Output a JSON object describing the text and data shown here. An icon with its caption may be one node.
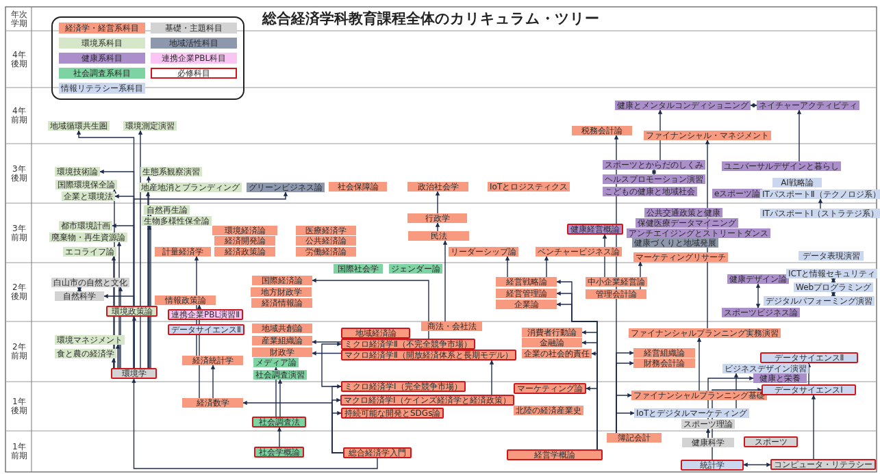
{
  "diagram": {
    "title": "総合経済学科教育課程全体のカリキュラム・ツリー",
    "nodes": [
      {
        "text": [
          "地域循環共生圏"
        ]
      },
      {
        "text": [
          "環境測定演習"
        ]
      },
      {
        "text": [
          "税務会計論"
        ]
      },
      {
        "text": [
          "ファイナンシャル・マネジメント"
        ]
      },
      {
        "text": [
          "健康とメンタルコンディショニング"
        ]
      },
      {
        "text": [
          "ネイチャーアクティビティ"
        ]
      },
      {
        "text": [
          "環境技術論"
        ]
      },
      {
        "text": [
          "国際環境保全論"
        ]
      },
      {
        "text": [
          "企業と環境法"
        ]
      },
      {
        "text": [
          "生態系観察演習"
        ]
      },
      {
        "text": [
          "地産地消とブランディング"
        ]
      },
      {
        "text": [
          "グリーンビジネス論"
        ]
      },
      {
        "text": [
          "社会保障論"
        ]
      },
      {
        "text": [
          "政治社会学"
        ]
      },
      {
        "text": [
          "IoTとロジスティクス"
        ]
      },
      {
        "text": [
          "スポーツとからだのしくみ"
        ]
      },
      {
        "text": [
          "ヘルスプロモーション演習"
        ]
      },
      {
        "text": [
          "こどもの健康と地域社会"
        ]
      },
      {
        "text": [
          "ユニバーサルデザインと暮らし"
        ]
      },
      {
        "text": [
          "AI戦略論"
        ]
      },
      {
        "text": [
          "eスポーツ論"
        ]
      },
      {
        "text": [
          "ITパスポートⅡ（テクノロジ系）"
        ]
      },
      {
        "text": [
          "自然再生論"
        ]
      },
      {
        "text": [
          "生物多様性保全論"
        ]
      },
      {
        "text": [
          "都市環境計画"
        ]
      },
      {
        "text": [
          "廃棄物・再生資源論"
        ]
      },
      {
        "text": [
          "エコライフ論"
        ]
      },
      {
        "text": [
          "環境経済論"
        ]
      },
      {
        "text": [
          "経済開発論"
        ]
      },
      {
        "text": [
          "経済政策論"
        ]
      },
      {
        "text": [
          "計量経済学"
        ]
      },
      {
        "text": [
          "医療経済学"
        ]
      },
      {
        "text": [
          "公共経済論"
        ]
      },
      {
        "text": [
          "労働経済論"
        ]
      },
      {
        "text": [
          "行政学"
        ]
      },
      {
        "text": [
          "民法"
        ]
      },
      {
        "text": [
          "リーダーシップ論"
        ]
      },
      {
        "text": [
          "ベンチャービジネス論"
        ]
      },
      {
        "text": [
          "健康経営概論"
        ]
      },
      {
        "text": [
          "公共交通政策と健康"
        ]
      },
      {
        "text": [
          "保健医療データマイニング"
        ]
      },
      {
        "text": [
          "アンチエイジングとストリートダンス"
        ]
      },
      {
        "text": [
          "健康づくりと地域発展"
        ]
      },
      {
        "text": [
          "マーケティングリサーチ"
        ]
      },
      {
        "text": [
          "ITパスポートⅠ（ストラテジ系）"
        ]
      },
      {
        "text": [
          "データ表現演習"
        ]
      },
      {
        "text": [
          "白山市の自然と文化"
        ]
      },
      {
        "text": [
          "自然科学"
        ]
      },
      {
        "text": [
          "環境政策論"
        ]
      },
      {
        "text": [
          "情報政策論"
        ]
      },
      {
        "text": [
          "連携企業PBL演習Ⅱ"
        ]
      },
      {
        "text": [
          "国際経済論"
        ]
      },
      {
        "text": [
          "地方財政学"
        ]
      },
      {
        "text": [
          "経済情報論"
        ]
      },
      {
        "text": [
          "国際社会学"
        ]
      },
      {
        "text": [
          "ジェンダー論"
        ]
      },
      {
        "text": [
          "経営戦略論"
        ]
      },
      {
        "text": [
          "経営管理論"
        ]
      },
      {
        "text": [
          "企業論"
        ]
      },
      {
        "text": [
          "中小企業経営論"
        ]
      },
      {
        "text": [
          "管理会計論"
        ]
      },
      {
        "text": [
          "健康デザイン論"
        ]
      },
      {
        "text": [
          "ICTと情報セキュリティ"
        ]
      },
      {
        "text": [
          "Webプログラミング"
        ]
      },
      {
        "text": [
          "デジタルパフォーミング演習"
        ]
      },
      {
        "text": [
          "スポーツビジネス論"
        ]
      },
      {
        "text": [
          "商法・会社法"
        ]
      },
      {
        "text": [
          "データサイエンスⅡ"
        ]
      },
      {
        "text": [
          "地域共創論"
        ]
      },
      {
        "text": [
          "産業組織論"
        ]
      },
      {
        "text": [
          "財政学"
        ]
      },
      {
        "text": [
          "地域経済論"
        ]
      },
      {
        "text": [
          "ミクロ経済学Ⅱ（不完全競争市場）"
        ]
      },
      {
        "text": [
          "マクロ経済学Ⅱ（開放経済体系と長期モデル）"
        ]
      },
      {
        "text": [
          "消費者行動論"
        ]
      },
      {
        "text": [
          "金融論"
        ]
      },
      {
        "text": [
          "企業の社会的責任"
        ]
      },
      {
        "text": [
          "ファイナンシャルプランニング実務演習"
        ]
      },
      {
        "text": [
          "経営組織論"
        ]
      },
      {
        "text": [
          "財務会計論"
        ]
      },
      {
        "text": [
          "データサイエンスⅡ"
        ]
      },
      {
        "text": [
          "環境マネジメント"
        ]
      },
      {
        "text": [
          "食と農の経済学"
        ]
      },
      {
        "text": [
          "環境学"
        ]
      },
      {
        "text": [
          "経済統計学"
        ]
      },
      {
        "text": [
          "メディア論"
        ]
      },
      {
        "text": [
          "社会調査演習"
        ]
      },
      {
        "text": [
          "ビジネスデザイン演習"
        ]
      },
      {
        "text": [
          "健康と栄養"
        ]
      },
      {
        "text": [
          "経済数学"
        ]
      },
      {
        "text": [
          "ミクロ経済学Ⅰ（完全競争市場）"
        ]
      },
      {
        "text": [
          "マクロ経済学Ⅰ（ケインズ経済学と経済政策）"
        ]
      },
      {
        "text": [
          "持続可能な開発とSDGs論"
        ]
      },
      {
        "text": [
          "マーケティング論"
        ]
      },
      {
        "text": [
          "北陸の経済産業史"
        ]
      },
      {
        "text": [
          "ファイナンシャルプランニング基礎"
        ]
      },
      {
        "text": [
          "IoTとデジタルマーケティング"
        ]
      },
      {
        "text": [
          "データサイエンスⅠ"
        ]
      },
      {
        "text": [
          "社会調査法"
        ]
      },
      {
        "text": [
          "スポーツ理論"
        ]
      },
      {
        "text": [
          "社会学概論"
        ]
      },
      {
        "text": [
          "総合経済学入門"
        ]
      },
      {
        "text": [
          "経営学概論"
        ]
      },
      {
        "text": [
          "簿記会計"
        ]
      },
      {
        "text": [
          "健康科学"
        ]
      },
      {
        "text": [
          "スポーツ"
        ]
      },
      {
        "text": [
          "統計学"
        ]
      },
      {
        "text": [
          "コンピュータ・リテラシー"
        ]
      }
    ],
    "edges": [
      {
        "from": 83,
        "to": 48,
        "arrow": "to"
      },
      {
        "from": 83,
        "to": 0,
        "arrow": "to"
      },
      {
        "from": 83,
        "to": 1,
        "arrow": "to"
      },
      {
        "from": 83,
        "to": 6,
        "arrow": "to"
      },
      {
        "from": 83,
        "to": 7,
        "arrow": "to"
      },
      {
        "from": 83,
        "to": 8,
        "arrow": "to"
      },
      {
        "from": 83,
        "to": 9,
        "arrow": "to"
      },
      {
        "from": 83,
        "to": 10,
        "arrow": "to"
      },
      {
        "from": 83,
        "to": 22,
        "arrow": "to"
      },
      {
        "from": 83,
        "to": 23,
        "arrow": "to"
      },
      {
        "from": 83,
        "to": 24,
        "arrow": "to"
      },
      {
        "from": 83,
        "to": 25,
        "arrow": "to"
      },
      {
        "from": 83,
        "to": 26,
        "arrow": "to"
      },
      {
        "from": 83,
        "to": 46,
        "arrow": "to"
      },
      {
        "from": 83,
        "to": 47,
        "arrow": "to"
      },
      {
        "from": 83,
        "to": 81,
        "arrow": "to"
      },
      {
        "from": 83,
        "to": 82,
        "arrow": "to"
      },
      {
        "from": 83,
        "to": 11,
        "arrow": "to"
      },
      {
        "from": 46,
        "to": 47,
        "arrow": "both"
      },
      {
        "from": 101,
        "to": 83,
        "arrow": "to"
      },
      {
        "from": 101,
        "to": 90,
        "arrow": "to"
      },
      {
        "from": 101,
        "to": 91,
        "arrow": "to"
      },
      {
        "from": 101,
        "to": 92,
        "arrow": "to"
      },
      {
        "from": 101,
        "to": 89,
        "arrow": "to"
      },
      {
        "from": 100,
        "to": 98,
        "arrow": "to"
      },
      {
        "from": 98,
        "to": 86,
        "arrow": "to"
      },
      {
        "from": 98,
        "to": 85,
        "arrow": "to"
      },
      {
        "from": 89,
        "to": 84,
        "arrow": "to"
      },
      {
        "from": 89,
        "to": 49,
        "arrow": "to"
      },
      {
        "from": 84,
        "to": 30,
        "arrow": "to"
      },
      {
        "from": 90,
        "to": 72,
        "arrow": "to"
      },
      {
        "from": 91,
        "to": 73,
        "arrow": "to"
      },
      {
        "from": 66,
        "to": 35,
        "arrow": "to"
      },
      {
        "from": 35,
        "to": 34,
        "arrow": "to"
      },
      {
        "from": 34,
        "to": 13,
        "arrow": "to"
      },
      {
        "from": 102,
        "to": 56,
        "arrow": "to"
      },
      {
        "from": 102,
        "to": 57,
        "arrow": "to"
      },
      {
        "from": 102,
        "to": 58,
        "arrow": "to"
      },
      {
        "from": 102,
        "to": 74,
        "arrow": "to"
      },
      {
        "from": 102,
        "to": 75,
        "arrow": "to"
      },
      {
        "from": 102,
        "to": 76,
        "arrow": "to"
      },
      {
        "from": 102,
        "to": 93,
        "arrow": "to"
      },
      {
        "from": 56,
        "to": 36,
        "arrow": "to"
      },
      {
        "from": 56,
        "to": 37,
        "arrow": "to"
      },
      {
        "from": 59,
        "to": 38,
        "arrow": "to"
      },
      {
        "from": 60,
        "to": 43,
        "arrow": "to"
      },
      {
        "from": 103,
        "to": 2,
        "arrow": "to"
      },
      {
        "from": 103,
        "to": 78,
        "arrow": "to"
      },
      {
        "from": 103,
        "to": 79,
        "arrow": "to"
      },
      {
        "from": 103,
        "to": 95,
        "arrow": "to"
      },
      {
        "from": 103,
        "to": 96,
        "arrow": "to"
      },
      {
        "from": 95,
        "to": 77,
        "arrow": "to"
      },
      {
        "from": 77,
        "to": 3,
        "arrow": "to"
      },
      {
        "from": 4,
        "to": 5,
        "arrow": "both"
      },
      {
        "from": 18,
        "to": 5,
        "arrow": "to"
      },
      {
        "from": 15,
        "to": 4,
        "arrow": "to"
      },
      {
        "from": 15,
        "to": 16,
        "arrow": "both"
      },
      {
        "from": 61,
        "to": 65,
        "arrow": "both"
      },
      {
        "from": 44,
        "to": 21,
        "arrow": "to"
      },
      {
        "from": 62,
        "to": 63,
        "arrow": "both"
      },
      {
        "from": 63,
        "to": 64,
        "arrow": "both"
      },
      {
        "from": 106,
        "to": 107,
        "arrow": "both"
      },
      {
        "from": 106,
        "to": 97,
        "arrow": "to"
      },
      {
        "from": 107,
        "to": 97,
        "arrow": "to"
      },
      {
        "from": 97,
        "to": 80,
        "arrow": "to"
      },
      {
        "from": 104,
        "to": 99,
        "arrow": "to"
      },
      {
        "from": 104,
        "to": 88,
        "arrow": "to"
      },
      {
        "from": 96,
        "to": 87,
        "arrow": "to"
      },
      {
        "from": 72,
        "to": 69,
        "arrow": "to"
      },
      {
        "from": 73,
        "to": 51,
        "arrow": "to"
      },
      {
        "from": 73,
        "to": 70,
        "arrow": "to"
      }
    ],
    "labels": [
      "年次学期",
      "4年後期",
      "4年前期",
      "3年後期",
      "3年前期",
      "2年後期",
      "2年前期",
      "1年後期",
      "1年前期"
    ],
    "legend": [
      {
        "text": "経済学・経営系科目",
        "color": "#f79a80"
      },
      {
        "text": "基礎・主題科目",
        "color": "#d3d3d3"
      },
      {
        "text": "環境系科目",
        "color": "#d6e6c8"
      },
      {
        "text": "地域活性科目",
        "color": "#8d98ad"
      },
      {
        "text": "健康系科目",
        "color": "#ab8fcb"
      },
      {
        "text": "連携企業PBL科目",
        "color": "#f9c6f3"
      },
      {
        "text": "社会調査系科目",
        "color": "#7dd3a1"
      },
      {
        "text": "必修科目"
      },
      {
        "text": "情報リテラシー系科目",
        "color": "#cbd7ef"
      }
    ]
  }
}
